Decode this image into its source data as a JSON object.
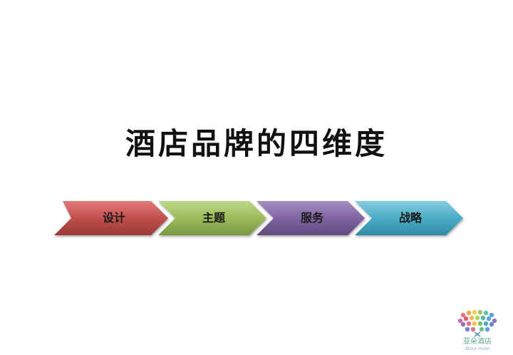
{
  "slide": {
    "title": "酒店品牌的四维度"
  },
  "process_steps": [
    {
      "label": "设计",
      "color": "#c0504d"
    },
    {
      "label": "主题",
      "color": "#9bbb59"
    },
    {
      "label": "服务",
      "color": "#8064a2"
    },
    {
      "label": "战略",
      "color": "#4bacc6"
    }
  ],
  "logo": {
    "name_cn": "亚朵酒店",
    "name_en": "Atour Hotel"
  }
}
